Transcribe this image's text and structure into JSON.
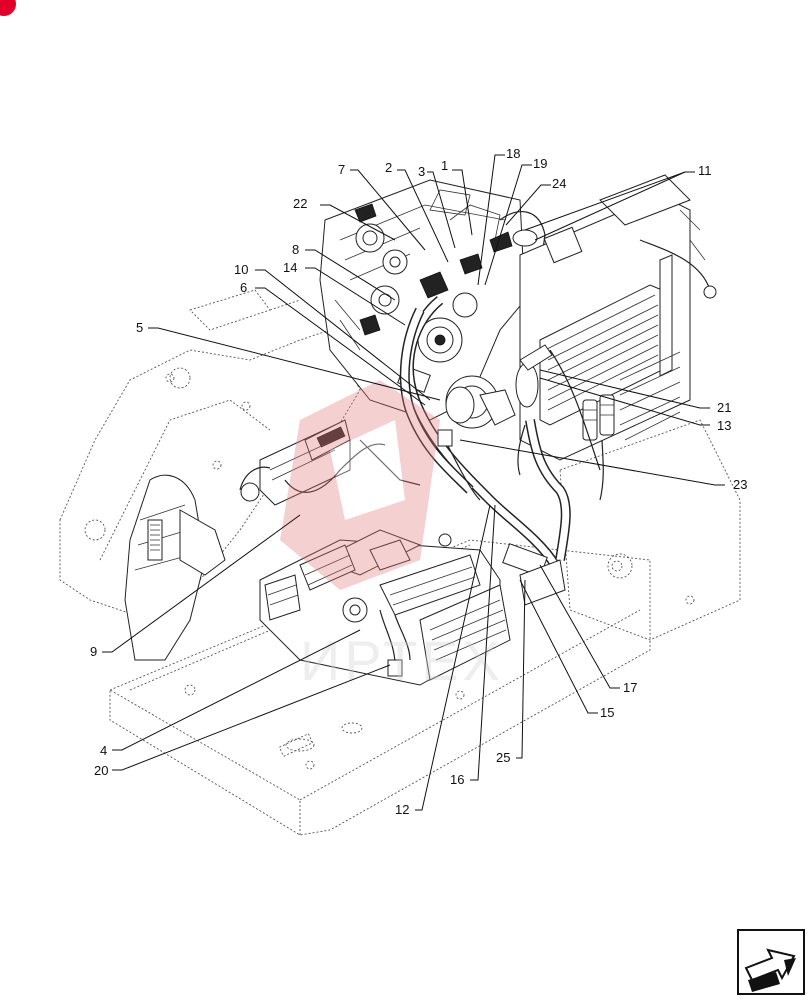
{
  "diagram": {
    "callouts": [
      {
        "label": "7"
      },
      {
        "label": "2"
      },
      {
        "label": "3"
      },
      {
        "label": "1"
      },
      {
        "label": "18"
      },
      {
        "label": "19"
      },
      {
        "label": "24"
      },
      {
        "label": "11"
      },
      {
        "label": "22"
      },
      {
        "label": "8"
      },
      {
        "label": "10"
      },
      {
        "label": "14"
      },
      {
        "label": "6"
      },
      {
        "label": "5"
      },
      {
        "label": "21"
      },
      {
        "label": "13"
      },
      {
        "label": "23"
      },
      {
        "label": "9"
      },
      {
        "label": "17"
      },
      {
        "label": "15"
      },
      {
        "label": "4"
      },
      {
        "label": "20"
      },
      {
        "label": "25"
      },
      {
        "label": "16"
      },
      {
        "label": "12"
      }
    ],
    "watermark": "ИРТЕХ",
    "nav_icon": "next-page-arrow-icon",
    "corner_marker_color": "#e0002a"
  }
}
